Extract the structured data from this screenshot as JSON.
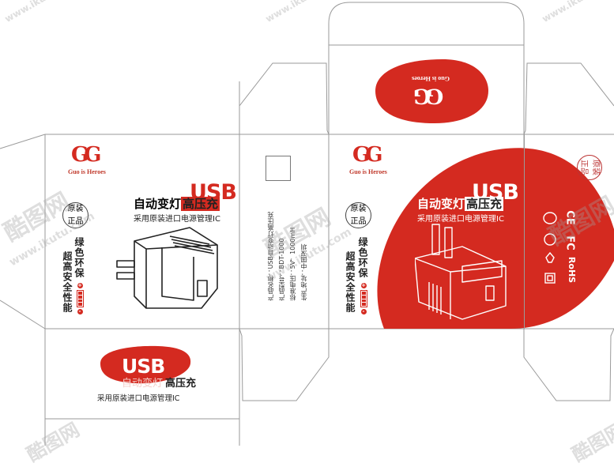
{
  "brand": {
    "logo_mark": "GG",
    "name": "Guo is Heroes"
  },
  "product": {
    "usb_label": "USB",
    "headline_main": "自动变灯",
    "headline_highlight": "高压充",
    "subline": "采用原装进口电源管理IC",
    "stamp_line1": "原装",
    "stamp_line2": "正品",
    "feature_1": "绿色环保",
    "feature_2": "超高安全性能",
    "battery_plus": "+",
    "battery_minus": "-"
  },
  "spec_panel": {
    "lines": [
      "产品名称：USB自动变灯高压充",
      "产品型号：BDT-1000",
      "标准电压：5V，1000mH",
      "生产地址：中国深圳"
    ]
  },
  "certifications": {
    "items": [
      "CE",
      "FC",
      "RoHS",
      "CCC",
      "Recycle",
      "Double-Insulation",
      "Energy"
    ],
    "ce_label": "CE",
    "fc_label": "FC",
    "rohs_label": "RoHS"
  },
  "watermark": {
    "text_cn": "酷图网",
    "text_url": "www.ikutu.com"
  },
  "colors": {
    "brand_red": "#d42a20",
    "dieline_gray": "#9a9a9a",
    "text_dark": "#222222"
  }
}
